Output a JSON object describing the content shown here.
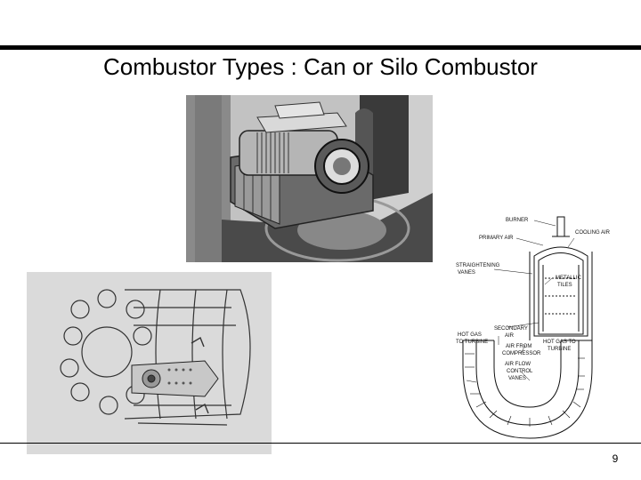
{
  "slide": {
    "title": "Combustor Types : Can or Silo Combustor",
    "page_number": "9"
  },
  "silo_diagram": {
    "labels": {
      "burner": "BURNER",
      "cooling_air": "COOLING AIR",
      "primary_air": "PRIMARY AIR",
      "straightening_vanes_1": "STRAIGHTENING",
      "straightening_vanes_2": "VANES",
      "metallic_tiles_1": "METALLIC",
      "metallic_tiles_2": "TILES",
      "secondary_air_1": "SECONDARY",
      "secondary_air_2": "AIR",
      "hot_gas_to_turbine_left_1": "HOT GAS",
      "hot_gas_to_turbine_left_2": "TO TURBINE",
      "hot_gas_to_turbine_right_1": "HOT GAS TO",
      "hot_gas_to_turbine_right_2": "TURBINE",
      "air_from_compressor_1": "AIR FROM",
      "air_from_compressor_2": "COMPRESSOR",
      "air_flow_control_vanes_1": "AIR FLOW",
      "air_flow_control_vanes_2": "CONTROL",
      "air_flow_control_vanes_3": "VANES"
    }
  }
}
